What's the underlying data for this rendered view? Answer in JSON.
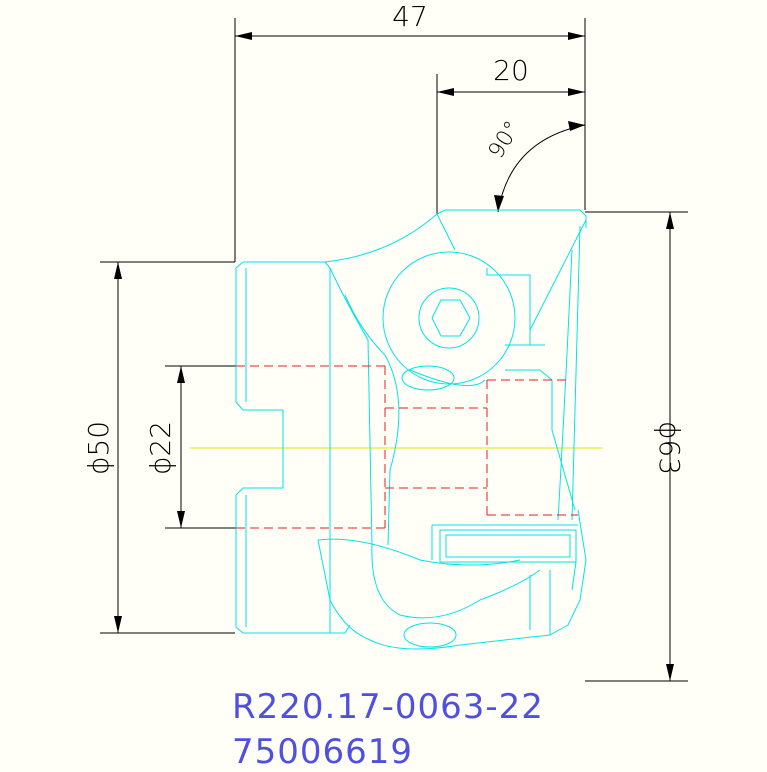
{
  "dimensions": {
    "overall_length": "47",
    "insert_offset": "20",
    "angle": "90°",
    "body_diameter": "ϕ50",
    "bore_diameter": "ϕ22",
    "cutting_diameter": "ϕ63"
  },
  "title_block": {
    "part_number": "R220.17-0063-22",
    "article_number": "75006619"
  },
  "colors": {
    "outline": "#00e5e5",
    "hidden_lines": "#e02020",
    "center_line": "#e8e000",
    "dimension_lines": "#000000",
    "title_text": "#5050e0",
    "background": "#fffff8"
  }
}
